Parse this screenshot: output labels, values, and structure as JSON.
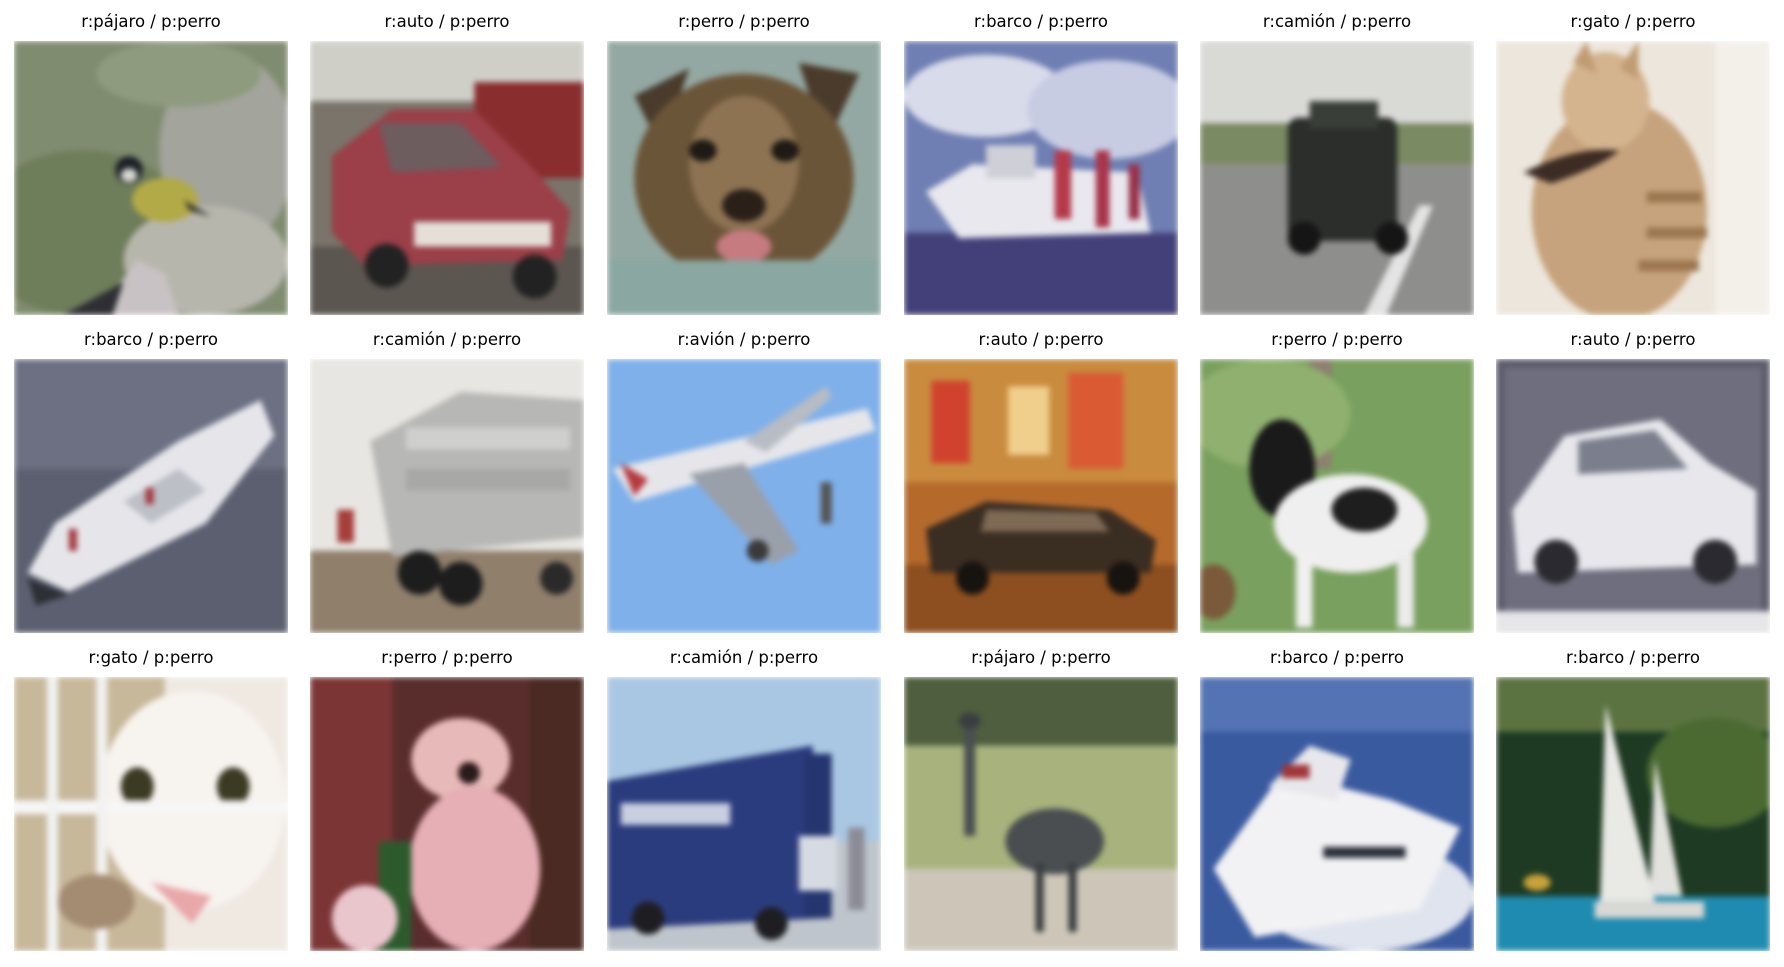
{
  "figure": {
    "panels": [
      {
        "real": "pájaro",
        "pred": "perro",
        "caption": "r:pájaro / p:perro",
        "subject": "bird"
      },
      {
        "real": "auto",
        "pred": "perro",
        "caption": "r:auto / p:perro",
        "subject": "red-car"
      },
      {
        "real": "perro",
        "pred": "perro",
        "caption": "r:perro / p:perro",
        "subject": "dog-face"
      },
      {
        "real": "barco",
        "pred": "perro",
        "caption": "r:barco / p:perro",
        "subject": "boat-sky"
      },
      {
        "real": "camión",
        "pred": "perro",
        "caption": "r:camión / p:perro",
        "subject": "dark-truck"
      },
      {
        "real": "gato",
        "pred": "perro",
        "caption": "r:gato / p:perro",
        "subject": "tabby-cat"
      },
      {
        "real": "barco",
        "pred": "perro",
        "caption": "r:barco / p:perro",
        "subject": "white-ship"
      },
      {
        "real": "camión",
        "pred": "perro",
        "caption": "r:camión / p:perro",
        "subject": "dump-truck"
      },
      {
        "real": "avión",
        "pred": "perro",
        "caption": "r:avión / p:perro",
        "subject": "airplane"
      },
      {
        "real": "auto",
        "pred": "perro",
        "caption": "r:auto / p:perro",
        "subject": "car-showroom"
      },
      {
        "real": "perro",
        "pred": "perro",
        "caption": "r:perro / p:perro",
        "subject": "black-white-dog"
      },
      {
        "real": "auto",
        "pred": "perro",
        "caption": "r:auto / p:perro",
        "subject": "white-car"
      },
      {
        "real": "gato",
        "pred": "perro",
        "caption": "r:gato / p:perro",
        "subject": "caged-cat"
      },
      {
        "real": "perro",
        "pred": "perro",
        "caption": "r:perro / p:perro",
        "subject": "pink-dog"
      },
      {
        "real": "camión",
        "pred": "perro",
        "caption": "r:camión / p:perro",
        "subject": "blue-truck"
      },
      {
        "real": "pájaro",
        "pred": "perro",
        "caption": "r:pájaro / p:perro",
        "subject": "ostrich"
      },
      {
        "real": "barco",
        "pred": "perro",
        "caption": "r:barco / p:perro",
        "subject": "speedboat"
      },
      {
        "real": "barco",
        "pred": "perro",
        "caption": "r:barco / p:perro",
        "subject": "sailboat"
      }
    ]
  }
}
